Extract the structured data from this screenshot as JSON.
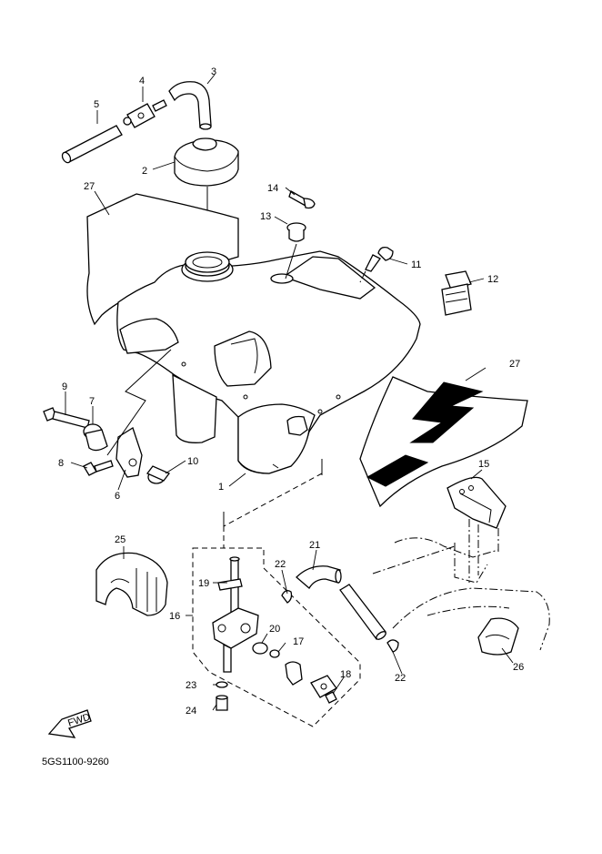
{
  "diagram": {
    "code": "5GS1100-9260",
    "fwd_label": "FWD",
    "callouts": {
      "n1": "1",
      "n2": "2",
      "n3": "3",
      "n4": "4",
      "n5": "5",
      "n6": "6",
      "n7": "7",
      "n8": "8",
      "n9": "9",
      "n10": "10",
      "n11": "11",
      "n12": "12",
      "n13": "13",
      "n14": "14",
      "n15": "15",
      "n16": "16",
      "n17": "17",
      "n18": "18",
      "n19": "19",
      "n20": "20",
      "n21": "21",
      "n22a": "22",
      "n22b": "22",
      "n23": "23",
      "n24": "24",
      "n25": "25",
      "n26": "26",
      "n27a": "27",
      "n27b": "27"
    }
  }
}
